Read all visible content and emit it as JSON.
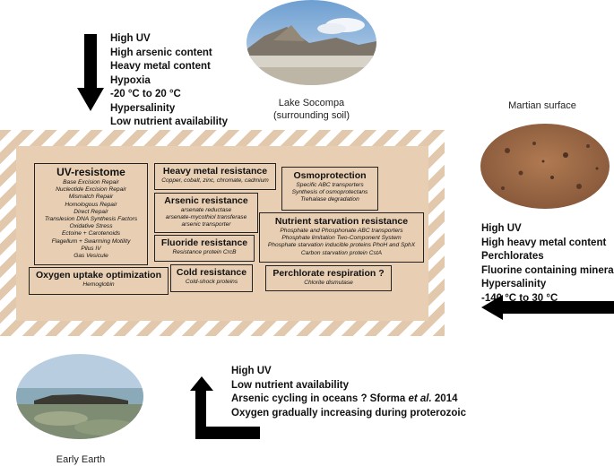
{
  "top_conditions": [
    "High UV",
    "High arsenic content",
    "Heavy metal content",
    "Hypoxia",
    "-20 °C to 20 °C",
    "Hypersalinity",
    "Low nutrient availability"
  ],
  "lake": {
    "caption_line1": "Lake Socompa",
    "caption_line2": "(surrounding soil)"
  },
  "mars": {
    "caption": "Martian surface",
    "conditions": [
      "High UV",
      "High heavy metal content",
      "Perchlorates",
      "Fluorine containing minerals",
      "Hypersalinity",
      "-140 °C to 30 °C"
    ]
  },
  "early_earth": {
    "caption": "Early Earth",
    "conditions": [
      "High UV",
      "Low nutrient availability",
      "Arsenic cycling in oceans ? Sforma ",
      "Oxygen gradually increasing during proterozoic"
    ],
    "ref_italic": "et al.",
    "ref_year": " 2014"
  },
  "boxes": {
    "uv": {
      "title": "UV-resistome",
      "items": [
        "Base Excision Repair",
        "Nucleotide Excision Repair",
        "Mismatch Repair",
        "Homologous Repair",
        "Direct Repair",
        "Translesion DNA Synthesis Factors",
        "Oxidative Stress",
        "Ectoine + Carotenoids",
        "Flagellum + Swarming Motility",
        "Pilus IV",
        "Gas Vesicule"
      ]
    },
    "heavy": {
      "title": "Heavy metal resistance",
      "items": [
        "Copper, cobalt, zinc, chromate, cadmium"
      ]
    },
    "osmo": {
      "title": "Osmoprotection",
      "items": [
        "Specific ABC transporters",
        "Synthesis of osmoprotectans",
        "Trehalase degradation"
      ]
    },
    "arsenic": {
      "title": "Arsenic resistance",
      "items": [
        "arsenate reductase",
        "arsenate-mycothiol transferase",
        "arsenic transporter"
      ]
    },
    "nutrient": {
      "title": "Nutrient starvation resistance",
      "items": [
        "Phosphate and Phosphonate ABC transporters",
        "Phosphate limitation Two-Component System",
        "Phosphate starvation inducible proteins PhoH and SphX",
        "Carbon starvation protein CstA"
      ]
    },
    "fluoride": {
      "title": "Fluoride resistance",
      "items": [
        "Resistance protein CrcB"
      ]
    },
    "cold": {
      "title": "Cold resistance",
      "items": [
        "Cold-shock proteins"
      ]
    },
    "perchlorate": {
      "title": "Perchlorate respiration ?",
      "items": [
        "Chlorite dismutase"
      ]
    },
    "oxygen": {
      "title": "Oxygen uptake optimization",
      "items": [
        "Hemoglobin"
      ]
    }
  },
  "colors": {
    "frame_hatch": "#e2c9ae",
    "frame_fill": "#e8cfb4",
    "arrow": "#000000"
  }
}
